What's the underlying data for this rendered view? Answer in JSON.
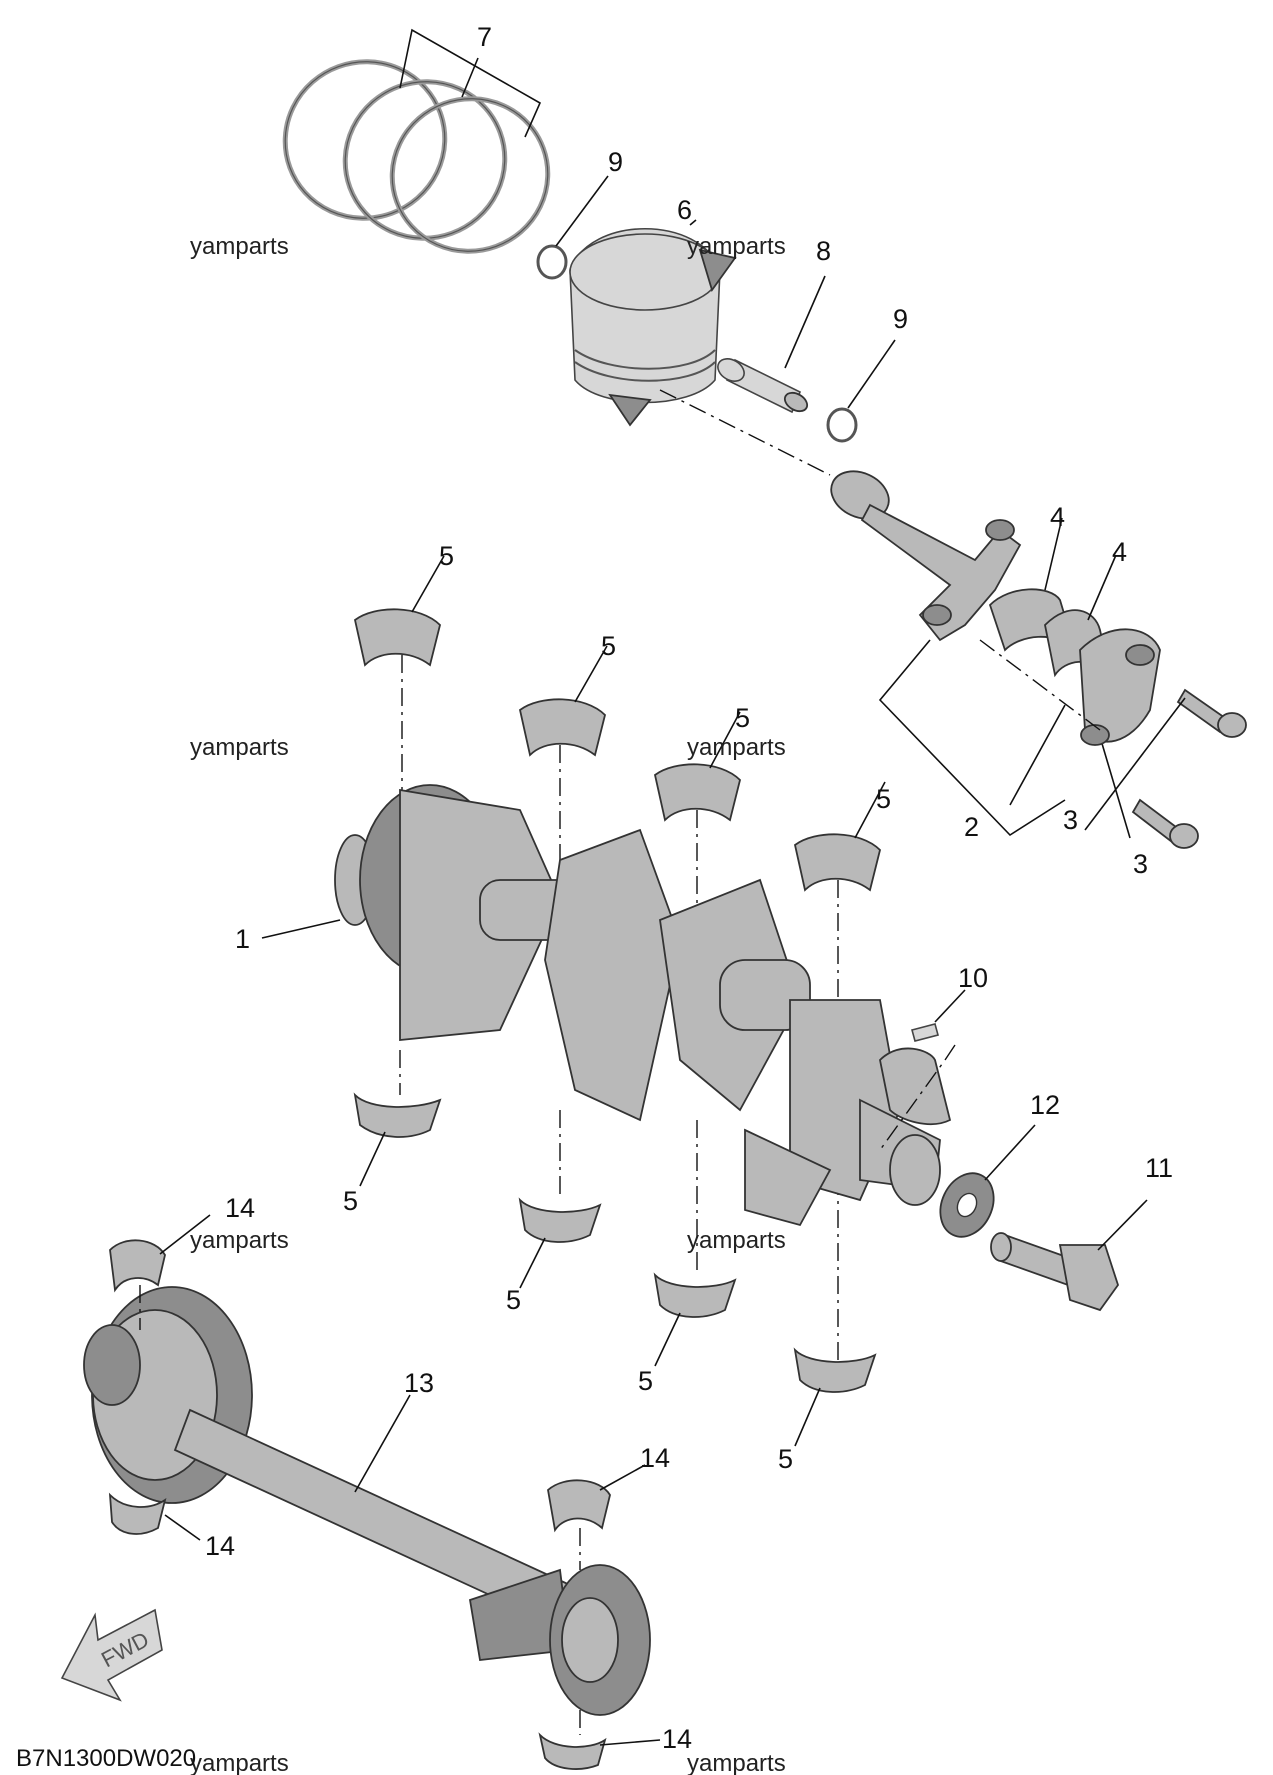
{
  "diagram_code": "B7N1300DW020",
  "watermark": "yamparts",
  "fwd_label": "FWD",
  "callouts": {
    "c1": "1",
    "c2": "2",
    "c3a": "3",
    "c3b": "3",
    "c4a": "4",
    "c4b": "4",
    "c5": "5",
    "c6": "6",
    "c7": "7",
    "c8": "8",
    "c9a": "9",
    "c9b": "9",
    "c10": "10",
    "c11": "11",
    "c12": "12",
    "c13": "13",
    "c14": "14"
  },
  "parts": {
    "crankshaft": "1",
    "connecting_rod": "2",
    "bolt": "3",
    "big_end_bearing": "4",
    "main_bearing": "5",
    "piston": "6",
    "piston_ring_set": "7",
    "piston_pin": "8",
    "circlip": "9",
    "woodruff_key": "10",
    "crank_bolt": "11",
    "washer": "12",
    "balancer_shaft": "13",
    "balancer_bearing": "14"
  }
}
